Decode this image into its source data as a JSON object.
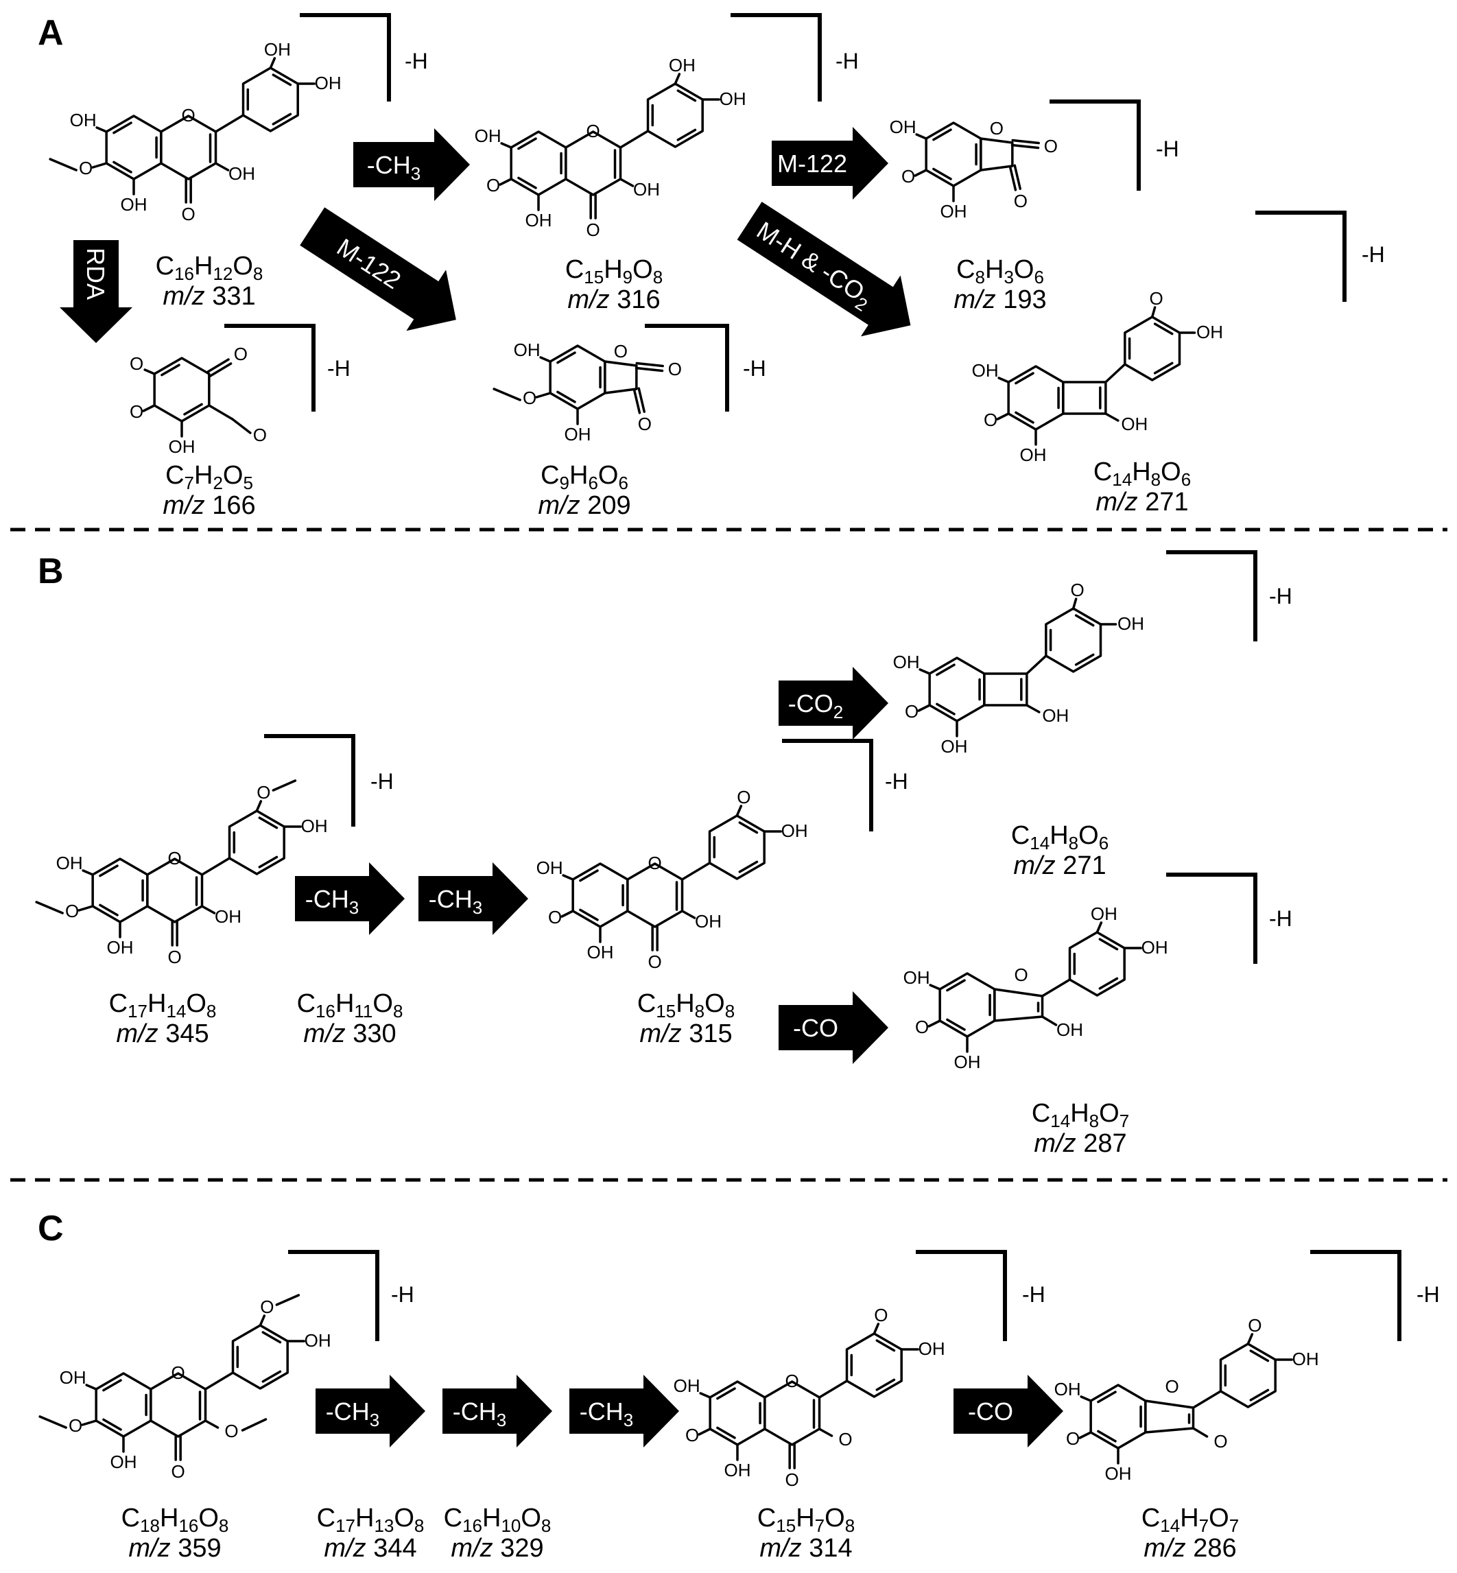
{
  "panels": {
    "A": {
      "label": "A",
      "compounds": [
        {
          "formula": [
            "C",
            "16",
            "H",
            "12",
            "O",
            "8"
          ],
          "mz_prefix": "m/z",
          "mz": "331"
        },
        {
          "formula": [
            "C",
            "15",
            "H",
            "9",
            "O",
            "8"
          ],
          "mz_prefix": "m/z",
          "mz": "316"
        },
        {
          "formula": [
            "C",
            "8",
            "H",
            "3",
            "O",
            "6"
          ],
          "mz_prefix": "m/z",
          "mz": "193"
        },
        {
          "formula": [
            "C",
            "7",
            "H",
            "2",
            "O",
            "5"
          ],
          "mz_prefix": "m/z",
          "mz": "166"
        },
        {
          "formula": [
            "C",
            "9",
            "H",
            "6",
            "O",
            "6"
          ],
          "mz_prefix": "m/z",
          "mz": "209"
        },
        {
          "formula": [
            "C",
            "14",
            "H",
            "8",
            "O",
            "6"
          ],
          "mz_prefix": "m/z",
          "mz": "271"
        }
      ],
      "arrows": [
        {
          "label": "-CH",
          "sub": "3"
        },
        {
          "label": "M-122",
          "sub": ""
        },
        {
          "label": "RDA",
          "sub": ""
        },
        {
          "label": "M-122",
          "sub": ""
        },
        {
          "label": "M-H & -CO",
          "sub": "2"
        }
      ]
    },
    "B": {
      "label": "B",
      "compounds": [
        {
          "formula": [
            "C",
            "17",
            "H",
            "14",
            "O",
            "8"
          ],
          "mz_prefix": "m/z",
          "mz": "345"
        },
        {
          "formula": [
            "C",
            "16",
            "H",
            "11",
            "O",
            "8"
          ],
          "mz_prefix": "m/z",
          "mz": "330"
        },
        {
          "formula": [
            "C",
            "15",
            "H",
            "8",
            "O",
            "8"
          ],
          "mz_prefix": "m/z",
          "mz": "315"
        },
        {
          "formula": [
            "C",
            "14",
            "H",
            "8",
            "O",
            "6"
          ],
          "mz_prefix": "m/z",
          "mz": "271"
        },
        {
          "formula": [
            "C",
            "14",
            "H",
            "8",
            "O",
            "7"
          ],
          "mz_prefix": "m/z",
          "mz": "287"
        }
      ],
      "arrows": [
        {
          "label": "-CH",
          "sub": "3"
        },
        {
          "label": "-CH",
          "sub": "3"
        },
        {
          "label": "-CO",
          "sub": "2"
        },
        {
          "label": "-CO",
          "sub": ""
        }
      ]
    },
    "C": {
      "label": "C",
      "compounds": [
        {
          "formula": [
            "C",
            "18",
            "H",
            "16",
            "O",
            "8"
          ],
          "mz_prefix": "m/z",
          "mz": "359"
        },
        {
          "formula": [
            "C",
            "17",
            "H",
            "13",
            "O",
            "8"
          ],
          "mz_prefix": "m/z",
          "mz": "344"
        },
        {
          "formula": [
            "C",
            "16",
            "H",
            "10",
            "O",
            "8"
          ],
          "mz_prefix": "m/z",
          "mz": "329"
        },
        {
          "formula": [
            "C",
            "15",
            "H",
            "7",
            "O",
            "8"
          ],
          "mz_prefix": "m/z",
          "mz": "314"
        },
        {
          "formula": [
            "C",
            "14",
            "H",
            "7",
            "O",
            "7"
          ],
          "mz_prefix": "m/z",
          "mz": "286"
        }
      ],
      "arrows": [
        {
          "label": "-CH",
          "sub": "3"
        },
        {
          "label": "-CH",
          "sub": "3"
        },
        {
          "label": "-CH",
          "sub": "3"
        },
        {
          "label": "-CO",
          "sub": ""
        }
      ]
    }
  },
  "bracket_label": "-H",
  "atoms": {
    "hydroxyl": "OH",
    "oxygen": "O"
  }
}
